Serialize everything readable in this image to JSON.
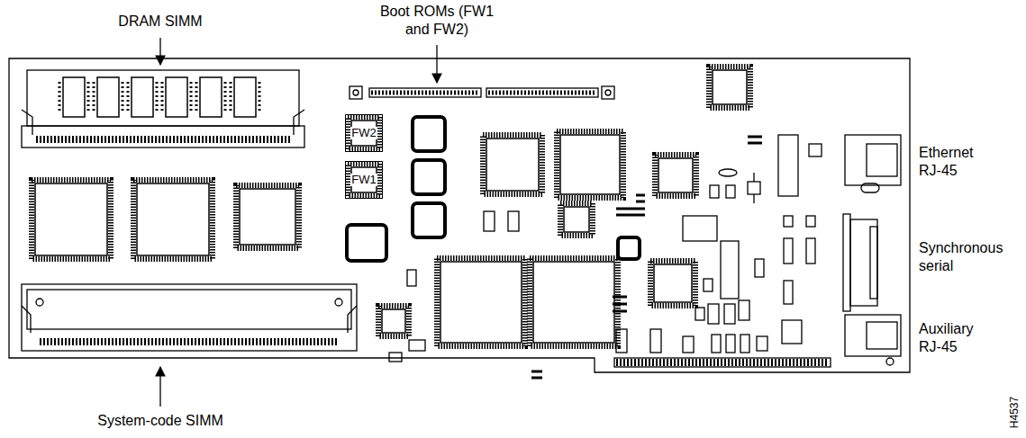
{
  "diagram": {
    "nodes": [
      {
        "text": [
          "FW2"
        ]
      },
      {
        "text": [
          "FW1"
        ]
      }
    ],
    "labels": [
      "DRAM SIMM",
      "Boot ROMs (FW1 and FW2)",
      "Ethernet RJ-45",
      "Synchronous serial",
      "Auxiliary RJ-45",
      "System-code SIMM",
      "H4537"
    ]
  }
}
